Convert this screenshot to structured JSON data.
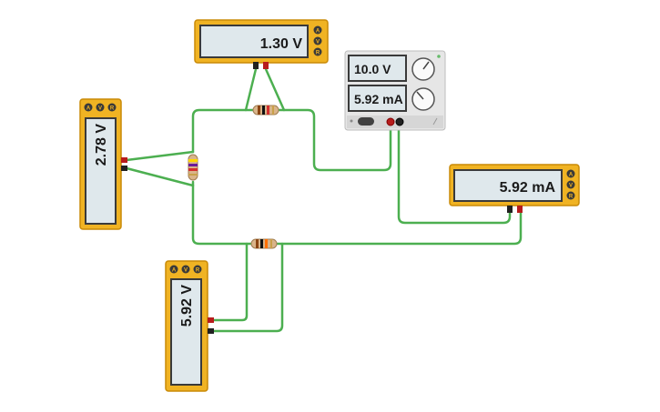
{
  "meters": {
    "top": {
      "reading": "1.30 V"
    },
    "left": {
      "reading": "2.78 V"
    },
    "right": {
      "reading": "5.92 mA"
    },
    "bottom": {
      "reading": "5.92 V"
    }
  },
  "meter_buttons": {
    "ammeter": "A",
    "voltmeter": "V",
    "ohmmeter": "R"
  },
  "power_supply": {
    "voltage": "10.0 V",
    "current": "5.92 mA"
  },
  "colors": {
    "wire": "#4caf50",
    "meter_body": "#f0b323",
    "meter_border": "#c98a07",
    "lcd": "#dfe8ec",
    "probe_red": "#b71c1c",
    "probe_black": "#212121"
  }
}
